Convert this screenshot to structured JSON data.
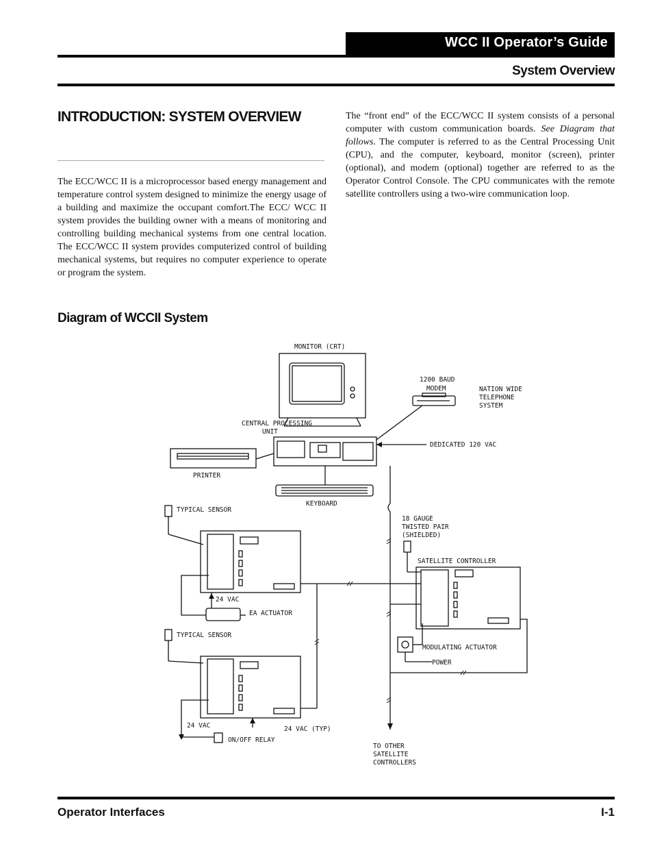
{
  "header": {
    "guide_title": "WCC II Operator’s Guide",
    "section_title": "System Overview"
  },
  "intro": {
    "heading": "INTRODUCTION: SYSTEM OVERVIEW",
    "paragraph_left": "The ECC/WCC II is a microprocessor based energy management and temperature control system designed to minimize the energy usage of a building and maximize the occupant comfort.The ECC/ WCC II system provides the building owner with a means of monitoring and controlling building mechanical systems from one central location. The ECC/WCC II system provides computerized control of building mechanical systems, but requires no computer experience to operate or program the system.",
    "paragraph_right_a": "The “front end” of the ECC/WCC II system consists of a personal computer with custom communication boards. ",
    "paragraph_right_em": "See Diagram that follows",
    "paragraph_right_b": ". The computer is referred to as the Central Processing Unit (CPU), and the computer, keyboard, monitor (screen), printer (optional), and modem (optional) together are referred to as the Operator Control Console. The CPU communicates with the remote satellite controllers using a two-wire communication loop."
  },
  "diagram": {
    "heading": "Diagram of WCCII System",
    "labels": {
      "monitor": "MONITOR (CRT)",
      "modem_1": "1200 BAUD",
      "modem_2": "MODEM",
      "telephone_1": "NATION WIDE",
      "telephone_2": "TELEPHONE",
      "telephone_3": "SYSTEM",
      "cpu_1": "CENTRAL PROCESSING",
      "cpu_2": "UNIT",
      "dedicated": "DEDICATED 120 VAC",
      "printer": "PRINTER",
      "keyboard": "KEYBOARD",
      "sensor_1": "TYPICAL SENSOR",
      "wire_1": "18 GAUGE",
      "wire_2": "TWISTED PAIR",
      "wire_3": "(SHIELDED)",
      "satellite": "SATELLITE CONTROLLER",
      "vac_1": "24 VAC",
      "ea_actuator": "EA ACTUATOR",
      "sensor_2": "TYPICAL SENSOR",
      "mod_actuator": "MODULATING ACTUATOR",
      "power": "POWER",
      "vac_2": "24 VAC",
      "vac_typ": "24 VAC (TYP)",
      "relay": "ON/OFF RELAY",
      "other_1": "TO OTHER",
      "other_2": "SATELLITE",
      "other_3": "CONTROLLERS"
    }
  },
  "footer": {
    "left": "Operator Interfaces",
    "right": "I-1"
  }
}
